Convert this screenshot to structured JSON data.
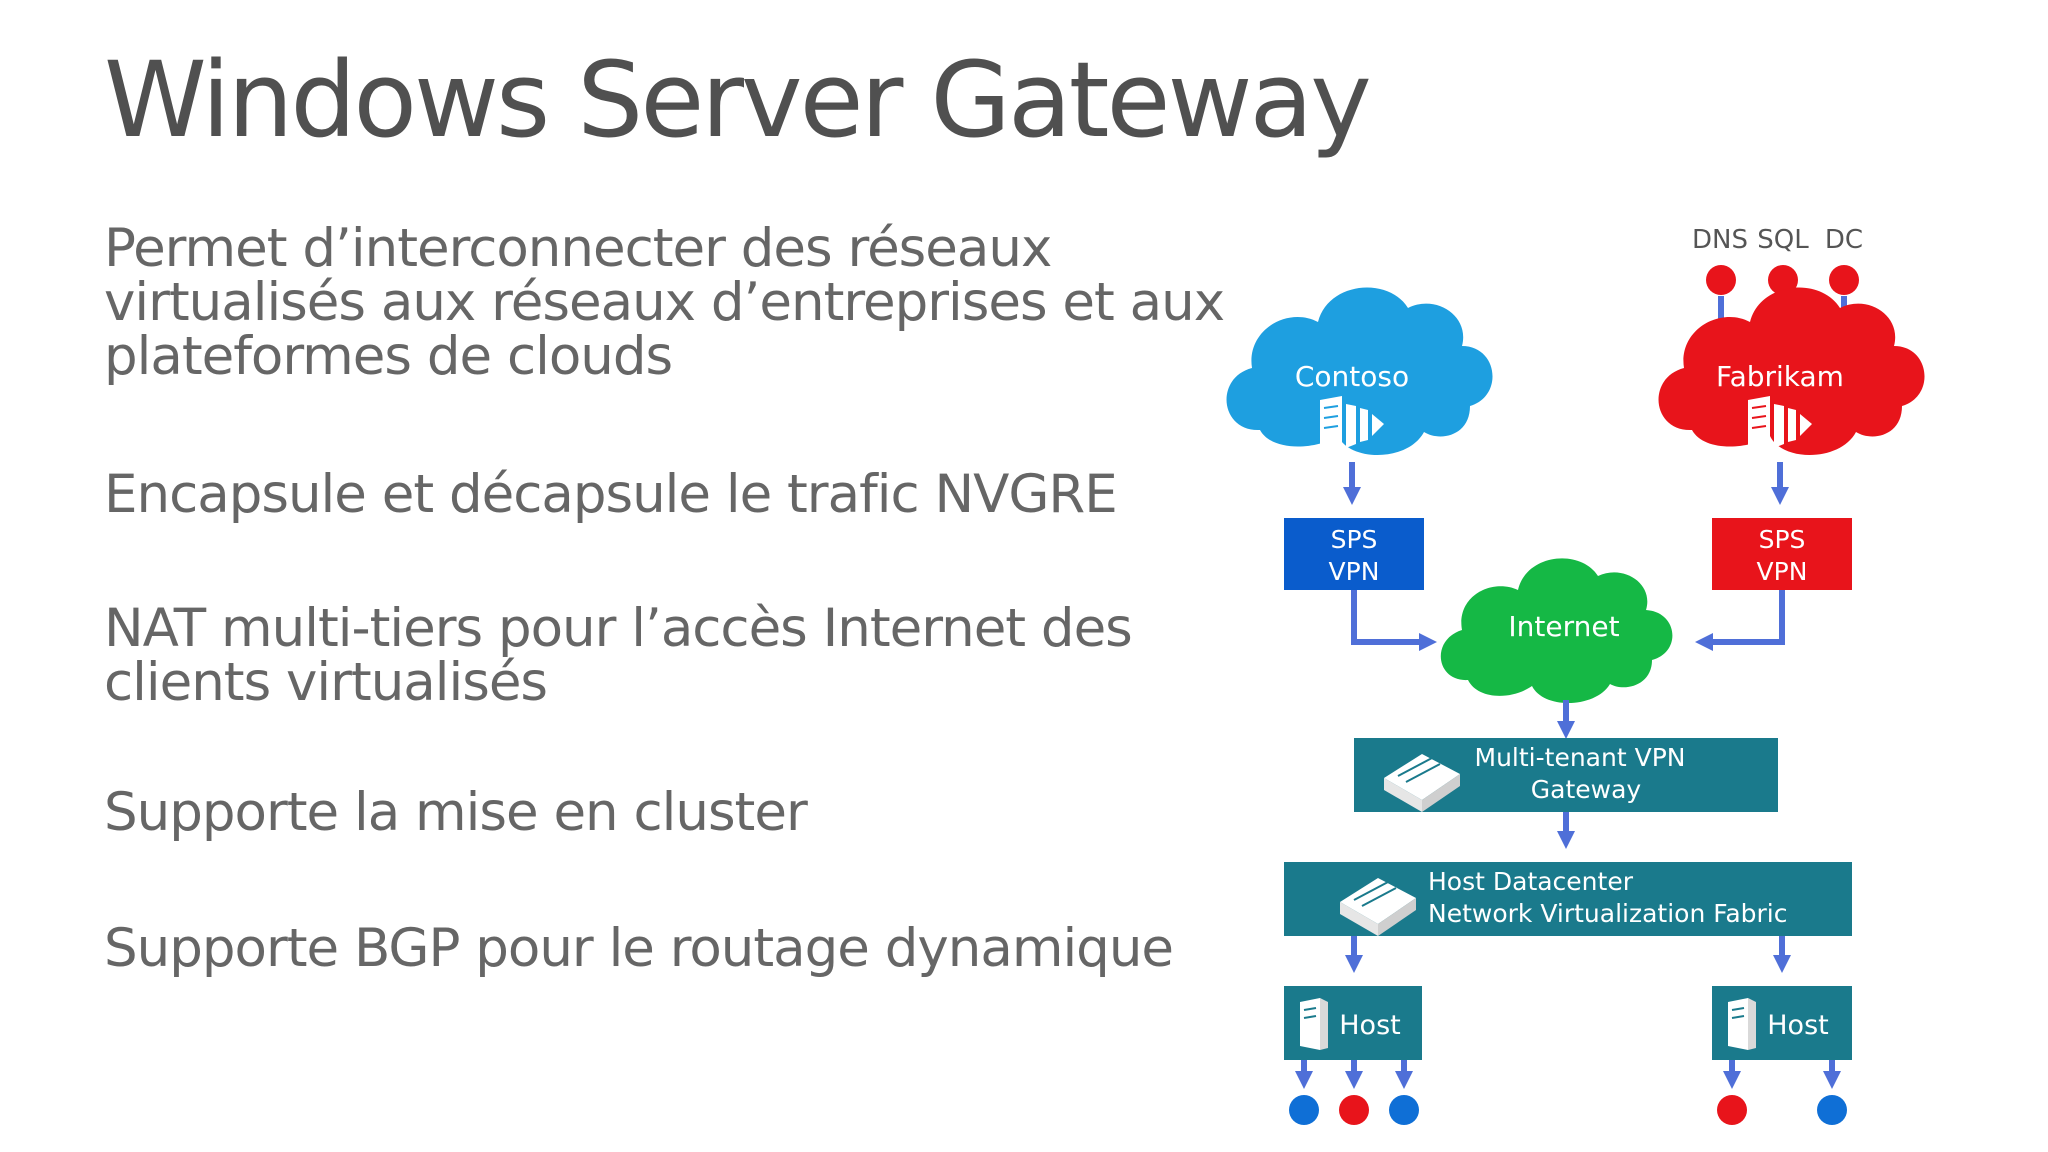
{
  "slide": {
    "title": "Windows Server Gateway",
    "bullets": [
      "Permet d’interconnecter des réseaux virtualisés aux réseaux d’entreprises et aux plateformes de clouds",
      "Encapsule et décapsule le trafic NVGRE",
      "NAT multi-tiers pour l’accès Internet des clients virtualisés",
      "Supporte la mise en cluster",
      "Supporte BGP pour le routage dynamique"
    ]
  },
  "diagram": {
    "colors": {
      "contoso_blue": "#1e9fe0",
      "fabrikam_red": "#e8141b",
      "internet_green": "#15b845",
      "gateway_teal": "#1a7a8c",
      "sps_blue": "#0a5ccc",
      "sps_red": "#e8141b",
      "arrow": "#4f6fd8",
      "dot_blue": "#0f6fd6",
      "dot_red": "#e8141b"
    },
    "services": {
      "dns": "DNS",
      "sql": "SQL",
      "dc": "DC"
    },
    "clouds": {
      "contoso": "Contoso",
      "fabrikam": "Fabrikam",
      "internet": "Internet"
    },
    "sps_left": {
      "line1": "SPS",
      "line2": "VPN"
    },
    "sps_right": {
      "line1": "SPS",
      "line2": "VPN"
    },
    "gateway": {
      "line1": "Multi-tenant VPN",
      "line2": "Gateway"
    },
    "fabric": {
      "line1": "Host Datacenter",
      "line2": "Network Virtualization Fabric"
    },
    "hosts": [
      "Host",
      "Host"
    ],
    "icons": [
      "server-rack-icon",
      "server-appliance-icon",
      "server-tower-icon"
    ]
  }
}
